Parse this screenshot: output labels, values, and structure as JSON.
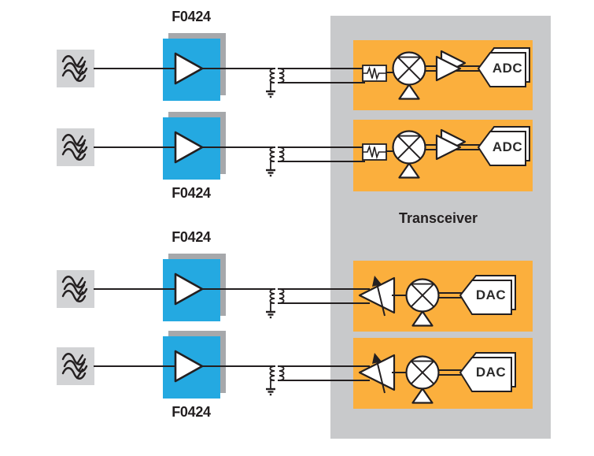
{
  "diagram_type": "rf-transceiver-signal-chain-block-diagram",
  "colors": {
    "amplifier_blue": "#24A9E1",
    "box_shadow_gray": "#A6A8AB",
    "filter_box_gray": "#D2D3D5",
    "transceiver_gray": "#C8C9CB",
    "channel_strip_orange": "#FBAF3D",
    "line_black": "#231F20",
    "symbol_fill": "#FFFFFF"
  },
  "transceiver": {
    "label": "Transceiver",
    "adc_channels": [
      {
        "label": "ADC"
      },
      {
        "label": "ADC"
      }
    ],
    "dac_channels": [
      {
        "label": "DAC"
      },
      {
        "label": "DAC"
      }
    ]
  },
  "channels": {
    "receive": [
      {
        "amp_label": "F0424"
      },
      {
        "amp_label": "F0424"
      }
    ],
    "transmit": [
      {
        "amp_label": "F0424"
      },
      {
        "amp_label": "F0424"
      }
    ]
  },
  "icons": {
    "filter": "bandpass-filter-icon",
    "gain_block": "amplifier-triangle-icon",
    "balun": "balun-transformer-icon",
    "ground": "ground-icon",
    "attenuator": "attenuator-icon",
    "mixer": "mixer-icon",
    "lo_port": "lo-input-triangle-icon",
    "adc_driver": "adc-driver-amplifier-icon",
    "vga": "variable-gain-amplifier-icon"
  }
}
